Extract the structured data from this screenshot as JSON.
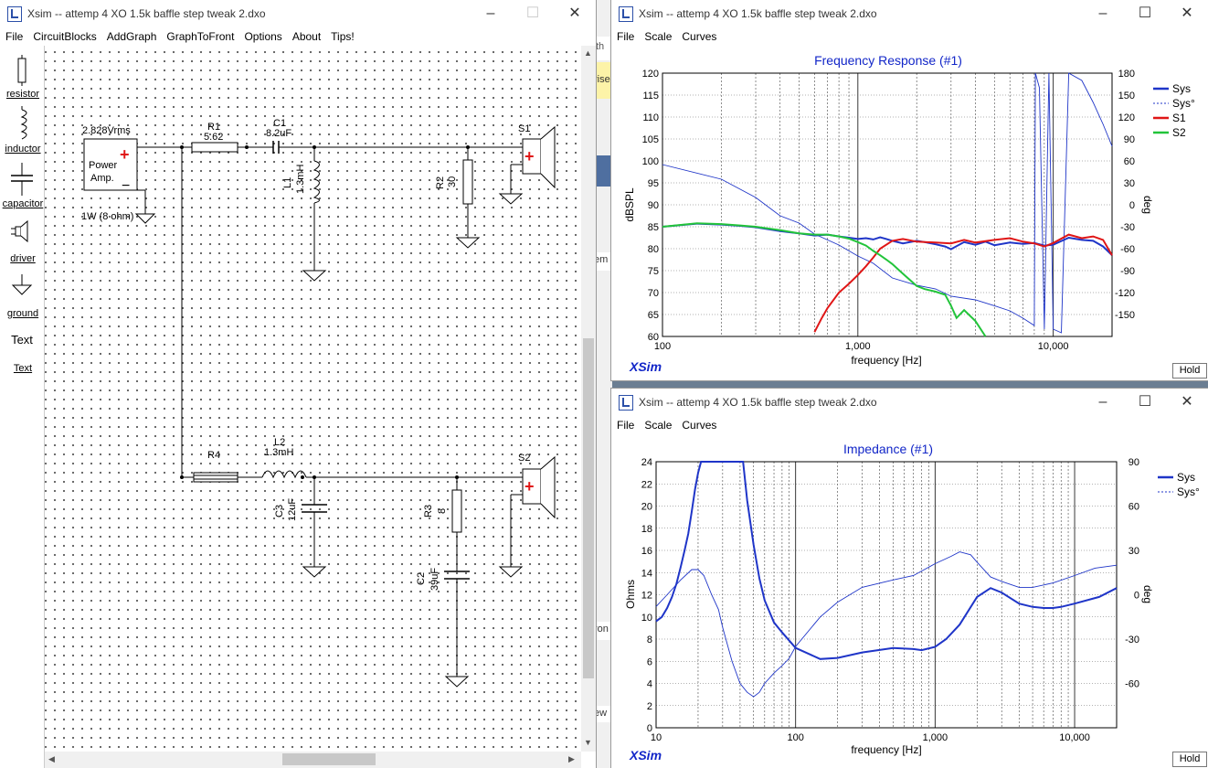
{
  "bg_window": {
    "text_fragments": [
      "th",
      "rise",
      "em",
      "ron",
      "ew"
    ]
  },
  "circuit_window": {
    "title": "Xsim -- attemp 4 XO 1.5k baffle step tweak 2.dxo",
    "menu": [
      "File",
      "CircuitBlocks",
      "AddGraph",
      "GraphToFront",
      "Options",
      "About",
      "Tips!"
    ],
    "toolbox": [
      {
        "icon": "resistor-icon",
        "label": "resistor"
      },
      {
        "icon": "inductor-icon",
        "label": "inductor"
      },
      {
        "icon": "capacitor-icon",
        "label": "capacitor"
      },
      {
        "icon": "driver-icon",
        "label": "driver"
      },
      {
        "icon": "ground-icon",
        "label": "ground"
      },
      {
        "icon": "text-icon",
        "glyph": "Text",
        "label": "Text"
      }
    ],
    "schematic": {
      "amp": {
        "voltage": "2.828Vrms",
        "line1": "Power",
        "line2": "Amp.",
        "rating": "1W (8 ohm)",
        "plus": "+",
        "minus": "−"
      },
      "r1": {
        "name": "R1",
        "value": "5.62"
      },
      "c1": {
        "name": "C1",
        "value": "8.2uF"
      },
      "l1": {
        "name": "L1",
        "value": "1.3mH"
      },
      "r2": {
        "name": "R2",
        "value": "30"
      },
      "s1": {
        "name": "S1",
        "plus": "+"
      },
      "r4": {
        "name": "R4"
      },
      "l2": {
        "name": "L2",
        "value": "1.3mH"
      },
      "c3": {
        "name": "C3",
        "value": "12uF"
      },
      "r3": {
        "name": "R3",
        "value": "8"
      },
      "c2": {
        "name": "C2",
        "value": "39uF"
      },
      "s2": {
        "name": "S2",
        "plus": "+"
      }
    }
  },
  "fr_window": {
    "title": "Xsim -- attemp 4 XO 1.5k baffle step tweak 2.dxo",
    "menu": [
      "File",
      "Scale",
      "Curves"
    ],
    "chart_title": "Frequency Response (#1)",
    "ylabel": "dBSPL",
    "y2label": "deg",
    "xlabel": "frequency [Hz]",
    "brand": "XSim",
    "hold": "Hold",
    "y_ticks": [
      "120",
      "115",
      "110",
      "105",
      "100",
      "95",
      "90",
      "85",
      "80",
      "75",
      "70",
      "65",
      "60"
    ],
    "y2_ticks": [
      "180",
      "150",
      "120",
      "90",
      "60",
      "30",
      "0",
      "-30",
      "-60",
      "-90",
      "-120",
      "-150"
    ],
    "x_ticks": [
      "100",
      "1,000",
      "10,000"
    ],
    "legend": [
      {
        "name": "Sys",
        "color": "#1f35c8",
        "dashed": false
      },
      {
        "name": "Sys°",
        "color": "#1f35c8",
        "dashed": true
      },
      {
        "name": "S1",
        "color": "#e01616",
        "dashed": false
      },
      {
        "name": "S2",
        "color": "#22c43a",
        "dashed": false
      }
    ]
  },
  "imp_window": {
    "title": "Xsim -- attemp 4 XO 1.5k baffle step tweak 2.dxo",
    "menu": [
      "File",
      "Scale",
      "Curves"
    ],
    "chart_title": "Impedance (#1)",
    "ylabel": "Ohms",
    "y2label": "deg",
    "xlabel": "frequency [Hz]",
    "brand": "XSim",
    "hold": "Hold",
    "y_ticks": [
      "24",
      "22",
      "20",
      "18",
      "16",
      "14",
      "12",
      "10",
      "8",
      "6",
      "4",
      "2",
      "0"
    ],
    "y2_ticks": [
      "90",
      "60",
      "30",
      "0",
      "-30",
      "-60"
    ],
    "x_ticks": [
      "10",
      "100",
      "1,000",
      "10,000"
    ],
    "legend": [
      {
        "name": "Sys",
        "color": "#1f35c8",
        "dashed": false
      },
      {
        "name": "Sys°",
        "color": "#1f35c8",
        "dashed": true
      }
    ]
  },
  "chart_data": [
    {
      "type": "line",
      "title": "Frequency Response (#1)",
      "xlabel": "frequency [Hz]",
      "ylabel": "dBSPL",
      "y2label": "deg",
      "xscale": "log",
      "xlim": [
        100,
        20000
      ],
      "ylim": [
        60,
        120
      ],
      "y2lim": [
        -180,
        180
      ],
      "grid": true,
      "legend_position": "right",
      "series": [
        {
          "name": "Sys",
          "axis": "left",
          "x": [
            100,
            150,
            200,
            250,
            300,
            400,
            500,
            600,
            700,
            800,
            900,
            1000,
            1100,
            1200,
            1300,
            1400,
            1500,
            1700,
            2000,
            2200,
            2500,
            2800,
            3000,
            3500,
            4000,
            4500,
            5000,
            6000,
            7000,
            8000,
            9000,
            10000,
            12000,
            14000,
            16000,
            18000,
            20000
          ],
          "y": [
            85,
            85.7,
            85.5,
            85.2,
            84.9,
            84,
            83.5,
            83,
            83.2,
            82.8,
            82.5,
            82.2,
            82.4,
            82.1,
            82.6,
            82.2,
            81.8,
            81.2,
            81.8,
            81.5,
            81,
            80.5,
            79.9,
            81.5,
            80.9,
            81.6,
            80.8,
            81.4,
            81.1,
            81.3,
            80.7,
            80.9,
            82.5,
            82,
            81.8,
            80.5,
            78.5
          ]
        },
        {
          "name": "Sys°",
          "axis": "right",
          "x": [
            100,
            200,
            300,
            400,
            500,
            600,
            800,
            1000,
            1200,
            1500,
            2000,
            2500,
            3000,
            4000,
            5000,
            6000,
            7000,
            8000,
            8100,
            8500,
            9000,
            9500,
            10000,
            11000,
            12000,
            14000,
            16000,
            18000,
            20000
          ],
          "y": [
            55,
            35,
            10,
            -15,
            -25,
            -40,
            -55,
            -70,
            -80,
            -100,
            -110,
            -115,
            -125,
            -130,
            -138,
            -145,
            -155,
            -165,
            180,
            160,
            -170,
            180,
            -170,
            -175,
            180,
            170,
            140,
            110,
            80
          ]
        },
        {
          "name": "S1",
          "axis": "left",
          "x": [
            600,
            650,
            700,
            800,
            900,
            1000,
            1100,
            1200,
            1300,
            1500,
            1700,
            2000,
            2500,
            3000,
            3500,
            4000,
            5000,
            6000,
            7000,
            8000,
            9000,
            10000,
            12000,
            14000,
            16000,
            18000,
            20000
          ],
          "y": [
            61,
            64,
            66.5,
            70,
            72,
            74,
            76,
            78,
            80,
            81.8,
            82.2,
            81.6,
            81.4,
            81.2,
            82,
            81.4,
            82,
            82.4,
            81.6,
            81.2,
            80.5,
            81.3,
            83.2,
            82.4,
            82.8,
            82,
            78.5
          ]
        },
        {
          "name": "S2",
          "axis": "left",
          "x": [
            100,
            150,
            200,
            250,
            300,
            400,
            500,
            600,
            700,
            800,
            900,
            1000,
            1100,
            1200,
            1300,
            1400,
            1500,
            1700,
            2000,
            2200,
            2500,
            2800,
            3000,
            3200,
            3500,
            4000,
            4500
          ],
          "y": [
            85,
            85.8,
            85.6,
            85.3,
            85,
            84.2,
            83.5,
            83.2,
            83.2,
            82.8,
            82.3,
            81.5,
            80.7,
            79.5,
            78.5,
            77.5,
            76.5,
            74.3,
            71.5,
            70.8,
            70.2,
            69.5,
            67,
            64.2,
            66,
            63.5,
            60
          ]
        }
      ]
    },
    {
      "type": "line",
      "title": "Impedance (#1)",
      "xlabel": "frequency [Hz]",
      "ylabel": "Ohms",
      "y2label": "deg",
      "xscale": "log",
      "xlim": [
        10,
        20000
      ],
      "ylim": [
        0,
        24
      ],
      "y2lim": [
        -90,
        90
      ],
      "grid": true,
      "legend_position": "right",
      "series": [
        {
          "name": "Sys",
          "axis": "left",
          "x": [
            10,
            11,
            12,
            13,
            14,
            15,
            16,
            17,
            18,
            19,
            20,
            21,
            22,
            40,
            42,
            45,
            50,
            55,
            60,
            70,
            80,
            100,
            150,
            200,
            300,
            500,
            700,
            800,
            1000,
            1200,
            1500,
            2000,
            2500,
            3000,
            4000,
            5000,
            6000,
            7000,
            8000,
            10000,
            15000,
            20000
          ],
          "y": [
            9.6,
            10,
            10.8,
            11.8,
            13,
            14.5,
            16,
            17.5,
            19.5,
            21.5,
            23,
            24,
            25,
            25,
            24,
            20.5,
            16.5,
            13.5,
            11.5,
            9.5,
            8.6,
            7.2,
            6.2,
            6.3,
            6.8,
            7.2,
            7.1,
            7.0,
            7.3,
            8,
            9.3,
            11.8,
            12.6,
            12.2,
            11.2,
            10.9,
            10.8,
            10.8,
            10.9,
            11.2,
            11.8,
            12.6
          ]
        },
        {
          "name": "Sys°",
          "axis": "right",
          "x": [
            10,
            12,
            15,
            18,
            20,
            22,
            25,
            28,
            30,
            35,
            40,
            45,
            50,
            55,
            60,
            70,
            80,
            90,
            100,
            150,
            200,
            300,
            500,
            700,
            1000,
            1300,
            1500,
            1800,
            2000,
            2500,
            3000,
            4000,
            5000,
            7000,
            10000,
            14000,
            20000
          ],
          "y": [
            -8,
            0,
            10,
            17,
            17,
            13,
            0,
            -10,
            -22,
            -45,
            -60,
            -66,
            -69,
            -66,
            -60,
            -53,
            -48,
            -43,
            -35,
            -15,
            -5,
            5,
            10,
            13,
            21,
            26,
            29,
            27,
            22,
            12,
            9,
            5,
            5,
            8,
            13,
            18,
            20
          ]
        }
      ]
    }
  ]
}
